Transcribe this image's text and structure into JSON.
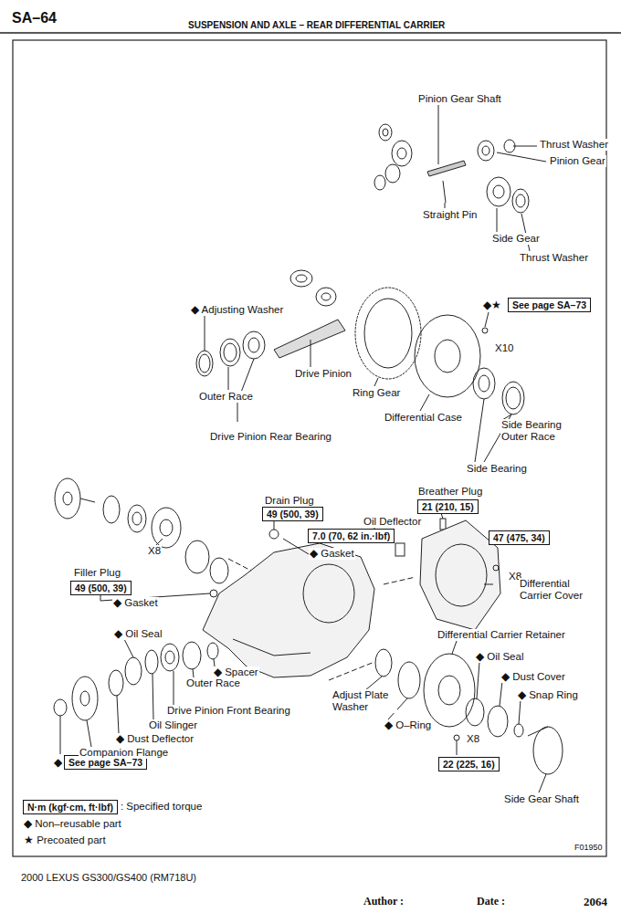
{
  "diagram": {
    "title": "SUSPENSION AND AXLE – REAR DIFFERENTIAL CARRIER",
    "nodes": [
      {
        "text": [
          "See page SA–73"
        ]
      },
      {
        "text": [
          "21 (210, 15)"
        ]
      },
      {
        "text": [
          "49 (500, 39)"
        ]
      },
      {
        "text": [
          "7.0 (70, 62 in.·lbf)"
        ]
      },
      {
        "text": [
          "47 (475, 34)"
        ]
      },
      {
        "text": [
          "49 (500, 39)"
        ]
      },
      {
        "text": [
          "See page SA–73"
        ]
      },
      {
        "text": [
          "22 (225, 16)"
        ]
      },
      {
        "text": [
          "N·m (kgf·cm, ft·lbf)"
        ]
      }
    ],
    "edges": [],
    "labels": [
      "SA–64",
      "Pinion Gear Shaft",
      "Thrust Washer",
      "Pinion Gear",
      "Straight Pin",
      "Side Gear",
      "Thrust Washer",
      "◆★",
      "◆ Adjusting Washer",
      "X10",
      "Drive Pinion",
      "Ring Gear",
      "Outer Race",
      "Differential Case",
      "Side Bearing Outer Race",
      "Drive Pinion Rear Bearing",
      "Side Bearing",
      "Breather Plug",
      "Drain Plug",
      "Oil Deflector",
      "◆ Gasket",
      "X8",
      "X8",
      "Differential Carrier Cover",
      "Filler Plug",
      "◆ Gasket",
      "Differential Carrier Retainer",
      "◆ Oil Seal",
      "◆ Oil Seal",
      "◆ Dust Cover",
      "◆ Snap Ring",
      "◆ Spacer",
      "Outer Race",
      "Adjust Plate Washer",
      "Drive Pinion Front Bearing",
      "Oil Slinger",
      "◆ Dust Deflector",
      "◆ O–Ring",
      "X8",
      "Companion Flange",
      "◆",
      "Side Gear Shaft",
      "F01950",
      "2000 LEXUS GS300/GS400 (RM718U)",
      "Author :",
      "Date :",
      "2064"
    ],
    "legend": [
      {
        "text": ": Specified torque"
      },
      {
        "text": "◆ Non–reusable part"
      },
      {
        "text": "★ Precoated part"
      }
    ]
  }
}
